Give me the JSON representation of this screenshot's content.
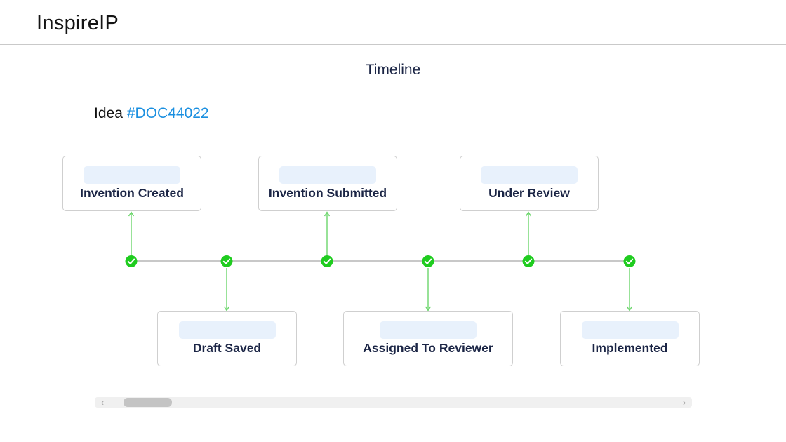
{
  "app": {
    "title": "InspireIP"
  },
  "page": {
    "title": "Timeline"
  },
  "idea": {
    "prefix": "Idea",
    "id": "#DOC44022"
  },
  "timeline": {
    "steps": [
      {
        "label": "Invention Created",
        "status": "completed",
        "position": "above"
      },
      {
        "label": "Draft Saved",
        "status": "completed",
        "position": "below"
      },
      {
        "label": "Invention Submitted",
        "status": "completed",
        "position": "above"
      },
      {
        "label": "Assigned To Reviewer",
        "status": "completed",
        "position": "below"
      },
      {
        "label": "Under Review",
        "status": "completed",
        "position": "above"
      },
      {
        "label": "Implemented",
        "status": "completed",
        "position": "below"
      }
    ]
  },
  "scrollbar": {
    "left_icon": "chevron-left-icon",
    "right_icon": "chevron-right-icon"
  },
  "colors": {
    "accent": "#1a8fe0",
    "check": "#1fcc1f",
    "connector": "#6cd66c",
    "track": "#c8c8c8",
    "card_border": "#cfcfcf",
    "card_pill": "#e8f1fc"
  }
}
